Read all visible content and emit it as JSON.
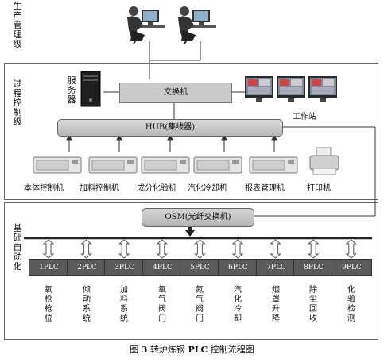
{
  "tiers": {
    "production": "生产管理级",
    "process": "过程控制级",
    "base": "基础自动化"
  },
  "server_label": "服务器",
  "workstation_label": "工作站",
  "switch_label": "交换机",
  "hub_label": "HUB(集线器)",
  "osm_label": "OSM(光纤交换机)",
  "machines": [
    {
      "label": "本体控制机"
    },
    {
      "label": "加料控制机"
    },
    {
      "label": "成分化验机"
    },
    {
      "label": "汽化冷却机"
    },
    {
      "label": "报表管理机"
    },
    {
      "label": "打印机"
    }
  ],
  "plcs": [
    {
      "label": "1PLC",
      "desc": "氧枪枪位"
    },
    {
      "label": "2PLC",
      "desc": "倾动系统"
    },
    {
      "label": "3PLC",
      "desc": "加料系统"
    },
    {
      "label": "4PLC",
      "desc": "氧气阀门"
    },
    {
      "label": "5PLC",
      "desc": "氮气阀门"
    },
    {
      "label": "6PLC",
      "desc": "汽化冷却"
    },
    {
      "label": "7PLC",
      "desc": "烟罩升降"
    },
    {
      "label": "8PLC",
      "desc": "除尘回收"
    },
    {
      "label": "9PLC",
      "desc": "化验检测"
    }
  ],
  "caption": {
    "prefix": "图",
    "number": "3",
    "text1": "转炉炼钢",
    "bold": "PLC",
    "text2": "控制流程图"
  }
}
